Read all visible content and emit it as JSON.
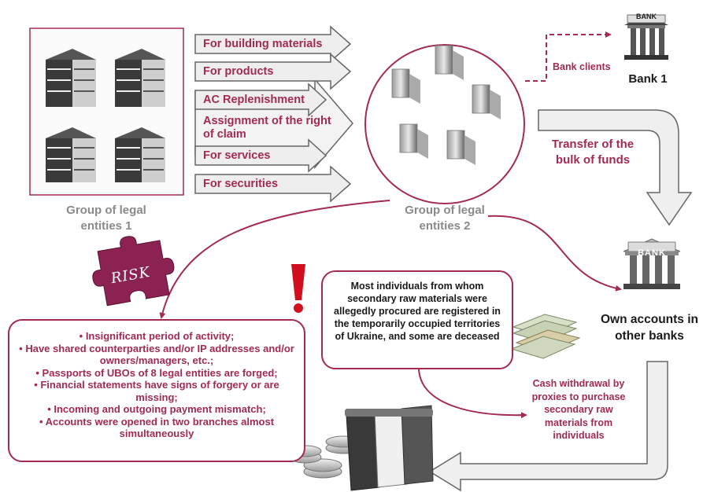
{
  "group1": {
    "label": "Group of legal\nentities 1"
  },
  "group2": {
    "label": "Group of legal\nentities 2"
  },
  "payment_purposes": [
    "For building materials",
    "For products",
    "AC Replenishment",
    "Assignment of the right\nof claim",
    "For services",
    "For securities"
  ],
  "bank1": {
    "flow_label": "Bank clients",
    "name": "Bank 1",
    "sign": "BANK"
  },
  "transfer": {
    "label": "Transfer of the\nbulk of funds"
  },
  "own_accounts": {
    "label": "Own accounts in\nother banks",
    "sign": "BANK"
  },
  "risk": {
    "badge": "RISK",
    "items": [
      "Insignificant period of activity;",
      "Have shared counterparties and/or IP addresses and/or owners/managers, etc.;",
      "Passports of UBOs of 8 legal entities are forged;",
      "Financial statements have signs of forgery or are missing;",
      "Incoming and outgoing payment mismatch;",
      "Accounts were opened in two branches almost simultaneously"
    ]
  },
  "warning": {
    "mark": "!",
    "text": "Most individuals from whom secondary raw materials were allegedly procured are registered in the temporarily occupied territories of Ukraine, and some are deceased"
  },
  "cash": {
    "label": "Cash withdrawal by\nproxies to purchase\nsecondary raw\nmaterials from\nindividuals"
  },
  "colors": {
    "accent": "#a22a55",
    "gray_text": "#8a8a8a",
    "arrow_fill": "#eeeeee",
    "arrow_stroke": "#666666"
  }
}
